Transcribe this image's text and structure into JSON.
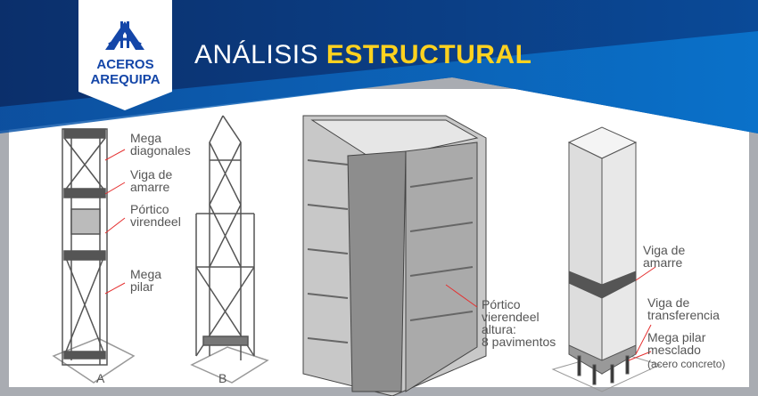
{
  "brand": {
    "name_line1": "ACEROS",
    "name_line2": "AREQUIPA"
  },
  "title": {
    "part1": "ANÁLISIS",
    "part2": "ESTRUCTURAL"
  },
  "colors": {
    "header_dark": "#0b2f6b",
    "header_light": "#0a6cc4",
    "accent_yellow": "#ffd21f",
    "logo_blue": "#1446a8",
    "arrow_red": "#e53030"
  },
  "labels": {
    "mega_diagonales": "Mega\ndiagonales",
    "viga_amarre_a": "Viga de\namarre",
    "portico_vierendeel": "Pórtico\nvirendeel",
    "mega_pilar": "Mega\npilar",
    "letter_a": "A",
    "letter_b": "B",
    "portico_altura": "Pórtico\nvierendeel\naltura:\n8 pavimentos",
    "viga_amarre_d": "Viga de\namarre",
    "viga_transferencia": "Viga de\ntransferencia",
    "mega_pilar_mesclado": "Mega pilar\nmesclado",
    "acero_concreto": "(acero concreto)"
  }
}
